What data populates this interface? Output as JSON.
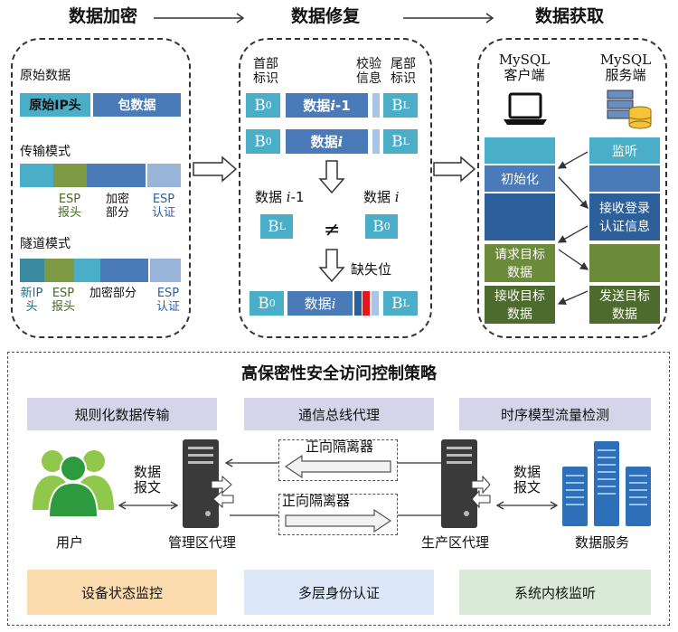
{
  "titles": {
    "encrypt": "数据加密",
    "repair": "数据修复",
    "acquire": "数据获取"
  },
  "encrypt": {
    "raw_label": "原始数据",
    "raw_ip": "原始IP头",
    "raw_packet": "包数据",
    "transport_label": "传输模式",
    "t_esp_head": "ESP\n报头",
    "t_enc": "加密\n部分",
    "t_esp_auth": "ESP\n认证",
    "tunnel_label": "隧道模式",
    "u_new_ip": "新IP\n头",
    "u_esp_head": "ESP\n报头",
    "u_enc": "加密部分",
    "u_esp_auth": "ESP\n认证"
  },
  "repair": {
    "head_label": "首部\n标识",
    "check_label": "校验\n信息",
    "tail_label": "尾部\n标识",
    "b0": "B",
    "b0_sub": "0",
    "bl": "B",
    "bl_sub": "L",
    "data_prev": "数据 ",
    "data_prev_i": "i",
    "data_prev_suffix": "-1",
    "data_i": "数据 ",
    "data_i_i": "i",
    "neq": "≠",
    "missing": "缺失位"
  },
  "acquire": {
    "client": "MySQL\n客户端",
    "server": "MySQL\n服务端",
    "listen": "监听",
    "init": "初始化",
    "recv_login": "接收登录\n认证信息",
    "request": "请求目标\n数据",
    "recv_target": "接收目标\n数据",
    "send_target": "发送目标\n数据"
  },
  "strategy": {
    "title": "高保密性安全访问控制策略",
    "top": [
      "规则化数据传输",
      "通信总线代理",
      "时序模型流量检测"
    ],
    "bottom": [
      "设备状态监控",
      "多层身份认证",
      "系统内核监听"
    ],
    "user": "用户",
    "mgmt": "管理区代理",
    "prod": "生产区代理",
    "service": "数据服务",
    "msg_left": "数据\n报文",
    "msg_right": "数据\n报文",
    "isolator_top": "正向隔离器",
    "isolator_bottom": "正向隔离器"
  },
  "colors": {
    "top_bar": "#d6d4e8",
    "b1": "#fbdcae",
    "b2": "#dce8f7",
    "b3": "#d9ead6"
  }
}
